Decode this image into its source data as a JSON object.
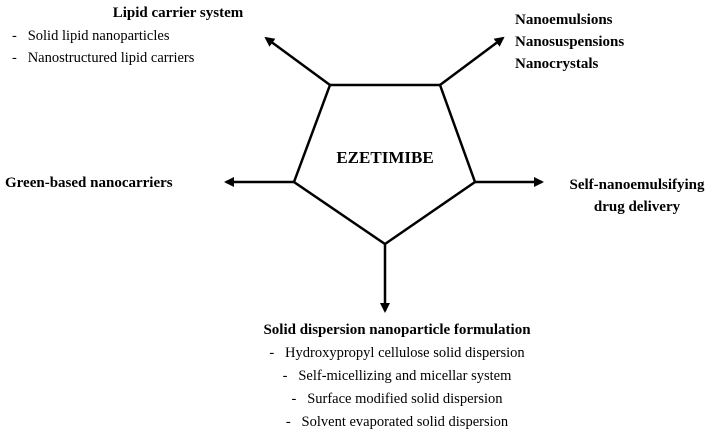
{
  "center": {
    "label": "EZETIMIBE"
  },
  "branches": {
    "top_left": {
      "title": "Lipid carrier system",
      "items": [
        "-   Solid lipid nanoparticles",
        "-   Nanostructured lipid carriers"
      ]
    },
    "top_right": {
      "lines": [
        "Nanoemulsions",
        "Nanosuspensions",
        "Nanocrystals"
      ]
    },
    "left": {
      "title": "Green-based nanocarriers"
    },
    "right": {
      "lines": [
        "Self-nanoemulsifying",
        "drug delivery"
      ]
    },
    "bottom": {
      "title": "Solid dispersion nanoparticle formulation",
      "items": [
        "-   Hydroxypropyl cellulose solid dispersion",
        "-   Self-micellizing and micellar system",
        "-   Surface modified solid dispersion",
        "-   Solvent evaporated solid dispersion"
      ]
    }
  },
  "colors": {
    "stroke": "#000000",
    "text": "#000000",
    "background": "#ffffff"
  }
}
